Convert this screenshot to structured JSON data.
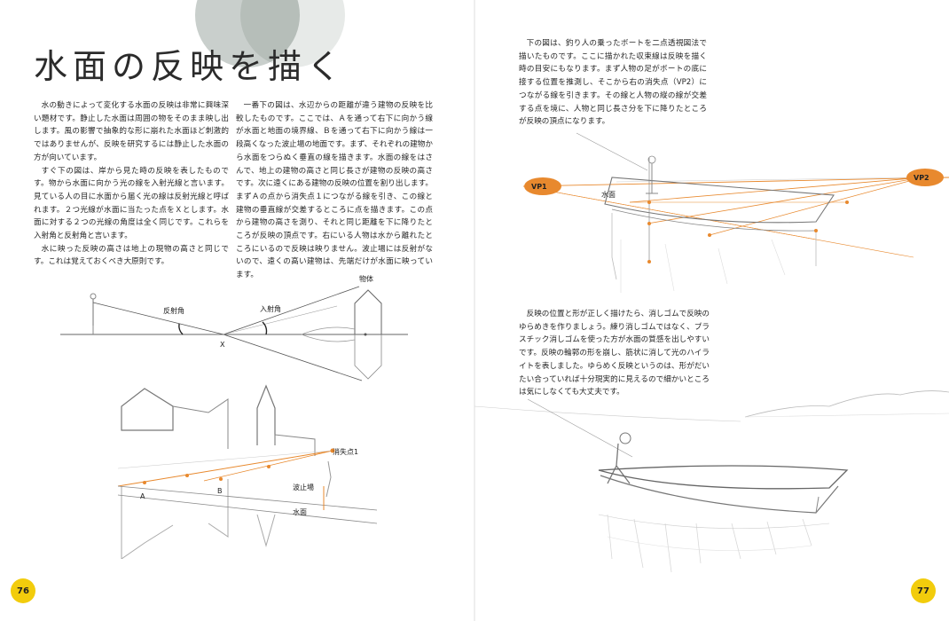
{
  "title": "水面の反映を描く",
  "left_page": {
    "column_1": [
      "水の動きによって変化する水面の反映は非常に興味深い題材です。静止した水面は周囲の物をそのまま映し出します。風の影響で抽象的な形に崩れた水面ほど刺激的ではありませんが、反映を研究するには静止した水面の方が向いています。",
      "すぐ下の図は、岸から見た時の反映を表したものです。物から水面に向かう光の線を入射光線と言います。見ている人の目に水面から届く光の線は反射光線と呼ばれます。２つ光線が水面に当たった点をＸとします。水面に対する２つの光線の角度は全く同じです。これらを入射角と反射角と言います。",
      "水に映った反映の高さは地上の現物の高さと同じです。これは覚えておくべき大原則です。"
    ],
    "column_2": [
      "一番下の図は、水辺からの距離が違う建物の反映を比較したものです。ここでは、Ａを通って右下に向かう線が水面と地面の境界線、Ｂを通って右下に向かう線は一段高くなった波止場の地面です。まず、それぞれの建物から水面をつらぬく垂直の線を描きます。水面の線をはさんで、地上の建物の高さと同じ長さが建物の反映の高さです。次に遠くにある建物の反映の位置を割り出します。まずＡの点から消失点１につながる線を引き、この線と建物の垂直線が交差するところに点を描きます。この点から建物の高さを測り、それと同じ距離を下に降りたところが反映の頂点です。右にいる人物は水から離れたところにいるので反映は映りません。波止場には反射がないので、遠くの高い建物は、先端だけが水面に映っています。"
    ],
    "fig1_labels": {
      "reflection_angle": "反射角",
      "incidence_angle": "入射角",
      "point_x": "X",
      "object": "物体"
    },
    "fig2_labels": {
      "vanishing_point": "消失点1",
      "point_a": "A",
      "point_b": "B",
      "quay": "波止場",
      "water_surface": "水面"
    },
    "page_number": "76"
  },
  "right_page": {
    "column_3": [
      "下の図は、釣り人の乗ったボートを二点透視図法で描いたものです。ここに描かれた収束線は反映を描く時の目安にもなります。まず人物の足がボートの底に接する位置を推測し、そこから右の消失点（VP2）につながる線を引きます。その線と人物の縦の線が交差する点を境に、人物と同じ長さ分を下に降りたところが反映の頂点になります。"
    ],
    "column_4": [
      "反映の位置と形が正しく描けたら、消しゴムで反映のゆらめきを作りましょう。練り消しゴムではなく、プラスチック消しゴムを使った方が水面の質感を出しやすいです。反映の輪郭の形を崩し、筋状に消して光のハイライトを表しました。ゆらめく反映というのは、形がだいたい合っていれば十分現実的に見えるので細かいところは気にしなくても大丈夫です。"
    ],
    "fig3_labels": {
      "vp1": "VP1",
      "vp2": "VP2",
      "water_surface": "水面"
    },
    "page_number": "77"
  },
  "colors": {
    "accent_orange": "#e8892e",
    "page_number_yellow": "#f2cc0c",
    "deco_grey": "#c9cfcc"
  }
}
